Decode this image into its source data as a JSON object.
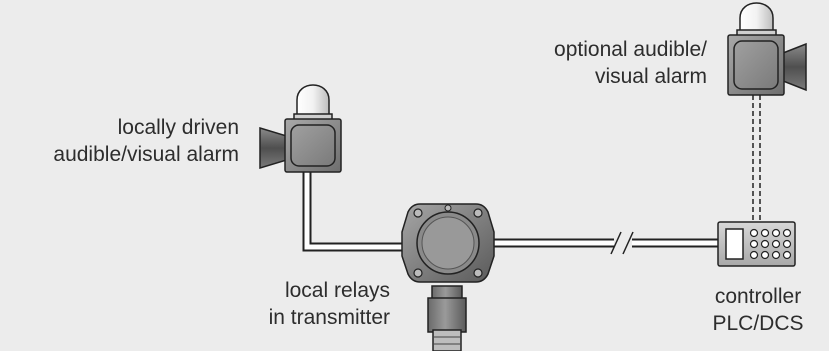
{
  "labels": {
    "local_alarm": [
      "locally driven",
      "audible/visual alarm"
    ],
    "optional_alarm": [
      "optional audible/",
      "visual alarm"
    ],
    "relays": [
      "local relays",
      "in transmitter"
    ],
    "controller": [
      "controller",
      "PLC/DCS"
    ]
  },
  "colors": {
    "background": "#ececec",
    "device_fill": "#8c8c8c",
    "device_dark": "#5e5e5e",
    "outline": "#222222",
    "wire_fill": "#ffffff"
  },
  "icons": [
    "alarm-beacon-icon",
    "gas-transmitter-icon",
    "controller-keypad-icon",
    "wire-break-icon"
  ]
}
